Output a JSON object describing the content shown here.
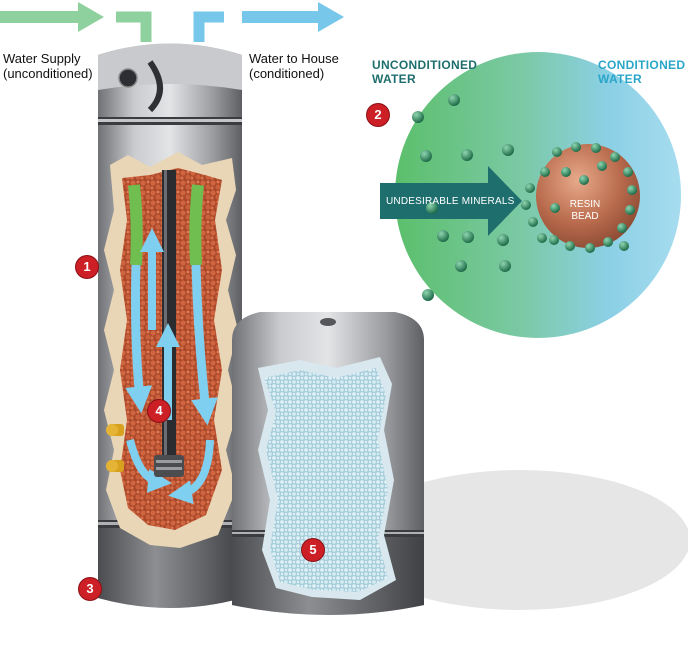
{
  "labels": {
    "water_supply_line1": "Water Supply",
    "water_supply_line2": "(unconditioned)",
    "water_house_line1": "Water to House",
    "water_house_line2": "(conditioned)",
    "unconditioned_line1": "UNCONDITIONED",
    "unconditioned_line2": "WATER",
    "conditioned_line1": "CONDITIONED",
    "conditioned_line2": "WATER",
    "undesirable_minerals": "UNDESIRABLE MINERALS",
    "resin_line1": "RESIN",
    "resin_line2": "BEAD"
  },
  "callouts": [
    "1",
    "2",
    "3",
    "4",
    "5"
  ],
  "colors": {
    "supply_arrow": "#8fd19e",
    "house_arrow": "#76c7ea",
    "callout_red": "#cc1f26",
    "resin_orange": "#c5552d",
    "salt_blue": "#c8e4ee",
    "mineral_green": "#2f8f5f"
  }
}
